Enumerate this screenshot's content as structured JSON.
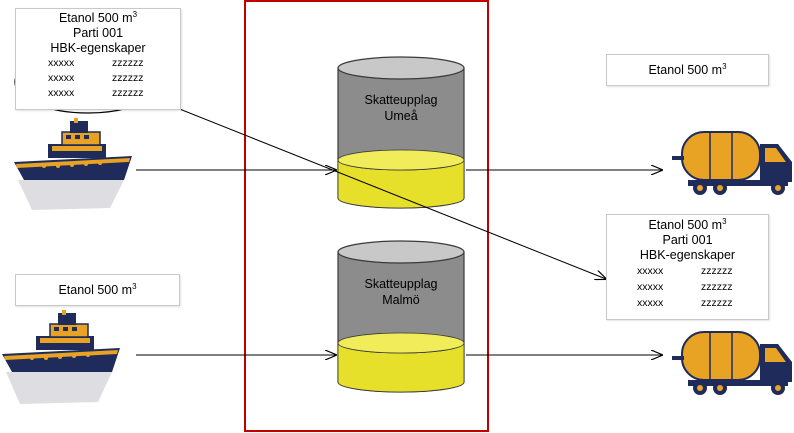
{
  "colors": {
    "frame": "#c00000",
    "tank_body": "#8c8c8c",
    "tank_top": "#c8c8c8",
    "liquid": "#e6e02a",
    "ship_hull": "#1f2b5a",
    "ship_deck": "#e8a224",
    "truck_tank": "#e8a224",
    "truck_cab": "#1f2b5a"
  },
  "box_top_left": {
    "line1": "Etanol  500 m",
    "sup": "3",
    "line2": "Parti 001",
    "line3": "HBK-egenskaper",
    "rows": [
      {
        "k": "xxxxx",
        "v": "zzzzzz"
      },
      {
        "k": "xxxxx",
        "v": "zzzzzz"
      },
      {
        "k": "xxxxx",
        "v": "zzzzzz"
      }
    ]
  },
  "box_top_right": {
    "line1": "Etanol  500 m",
    "sup": "3"
  },
  "box_bottom_left": {
    "line1": "Etanol  500 m",
    "sup": "3"
  },
  "box_mid_right": {
    "line1": "Etanol  500 m",
    "sup": "3",
    "line2": "Parti 001",
    "line3": "HBK-egenskaper",
    "rows": [
      {
        "k": "xxxxx",
        "v": "zzzzzz"
      },
      {
        "k": "xxxxx",
        "v": "zzzzzz"
      },
      {
        "k": "xxxxx",
        "v": "zzzzzz"
      }
    ]
  },
  "tank_umea": {
    "line1": "Skatteupplag",
    "line2": "Umeå"
  },
  "tank_malmo": {
    "line1": "Skatteupplag",
    "line2": "Malmö"
  },
  "icons": {
    "ship_top": "ship-icon",
    "ship_bottom": "ship-icon",
    "truck_top": "tanker-truck-icon",
    "truck_bottom": "tanker-truck-icon"
  }
}
